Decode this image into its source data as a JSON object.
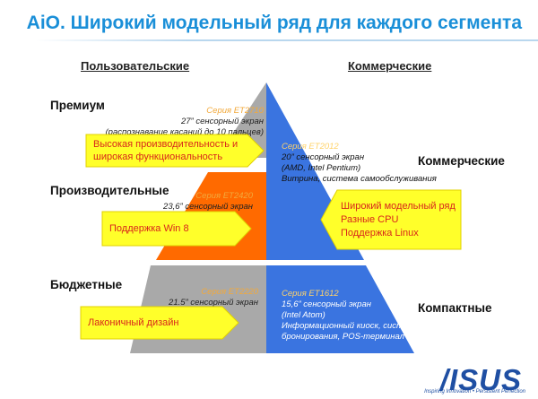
{
  "title": "AiO. Широкий модельный ряд для каждого сегмента",
  "columns": {
    "left": "Пользовательские",
    "right": "Коммерческие"
  },
  "left_segments": {
    "premium": "Премиум",
    "performance": "Производительные",
    "budget": "Бюджетные"
  },
  "right_segments": {
    "commercial": "Коммерческие",
    "compact": "Компактные"
  },
  "series": {
    "et2710": {
      "name": "Серия ET2710",
      "line1": "27” сенсорный экран",
      "line2": "(распознавание касаний до 10 пальцев)"
    },
    "et2420": {
      "name": "Серия ET2420",
      "line1": "23,6” сенсорный  экран"
    },
    "et2220": {
      "name": "Серия ET2220",
      "line1": "21.5” сенсорный  экран"
    },
    "et2012": {
      "name": "Серия ET2012",
      "line1": "20” сенсорный экран",
      "line2": "(AMD, Intel Pentium)",
      "line3": "Витрина, система самообслуживания"
    },
    "et1612": {
      "name": "Серия ET1612",
      "line1": "15,6” сенсорный экран",
      "line2": "(Intel Atom)",
      "line3": "Информационный киоск, система",
      "line4": "бронирования, POS-терминал"
    }
  },
  "arrows": {
    "premium": {
      "line1": "Высокая производительность и",
      "line2": "широкая функциональность"
    },
    "performance": {
      "line1": "Поддержка Win 8"
    },
    "budget": {
      "line1": "Лаконичный дизайн"
    },
    "commercial": {
      "line1": "Широкий модельный ряд",
      "line2": "Разные CPU",
      "line3": "Поддержка Linux"
    }
  },
  "logo": {
    "text": "/ISUS",
    "tagline": "Inspiring Innovation • Persistent Perfection"
  },
  "colors": {
    "title": "#1a8fd8",
    "gray": "#a9a9a9",
    "orange": "#ff6a00",
    "blue": "#3a74e0",
    "arrow_fill": "#ffff2a",
    "arrow_text": "#d8261c",
    "series_name": "#f2a93b"
  }
}
